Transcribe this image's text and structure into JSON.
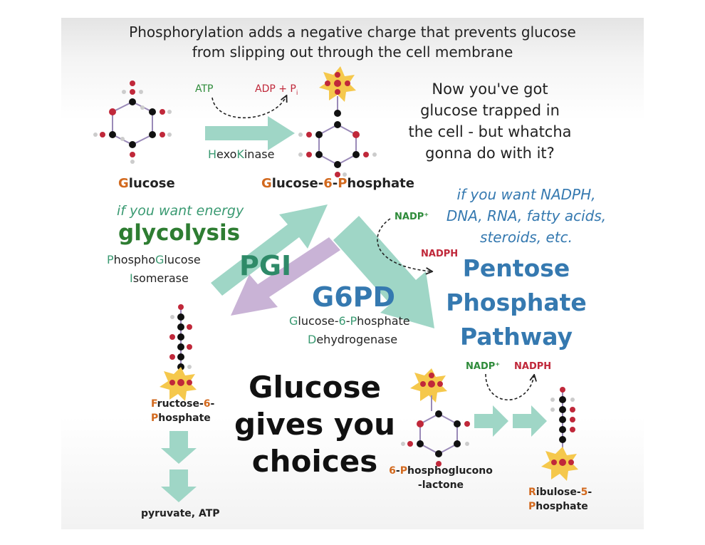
{
  "header": {
    "line1": "Phosphorylation adds a negative charge that prevents glucose",
    "line2": "from slipping out through the cell membrane"
  },
  "question": [
    "Now you've got",
    "glucose trapped in",
    "the cell - but whatcha",
    "gonna do with it?"
  ],
  "hexokinase": {
    "atp": "ATP",
    "adp": "ADP + P",
    "adp_sub": "i",
    "enzyme_a": "H",
    "enzyme_b": "exo",
    "enzyme_c": "K",
    "enzyme_d": "inase"
  },
  "glucose": {
    "a": "G",
    "b": "lucose"
  },
  "g6p": {
    "a": "G",
    "b": "lucose-",
    "c": "6",
    "d": "-",
    "e": "P",
    "f": "hosphate"
  },
  "energy": {
    "hint": "if you want energy",
    "name": "glycolysis",
    "l1a": "P",
    "l1b": "hospho",
    "l1c": "G",
    "l1d": "lucose",
    "l2a": "I",
    "l2b": "somerase",
    "abbr": "PGI"
  },
  "f6p": {
    "a": "F",
    "b": "ructose-",
    "c": "6",
    "d": "-",
    "e": "P",
    "f": "hosphate"
  },
  "pyruvate": "pyruvate, ATP",
  "ppp_hint": [
    "if you want NADPH,",
    "DNA, RNA, fatty acids,",
    "steroids, etc."
  ],
  "ppp": {
    "nadp": "NADP⁺",
    "nadph": "NADPH",
    "name": [
      "Pentose",
      "Phosphate",
      "Pathway"
    ]
  },
  "g6pd": {
    "abbr": "G6PD",
    "l1a": "G",
    "l1b": "lucose-",
    "l1c": "6",
    "l1d": "-",
    "l1e": "P",
    "l1f": "hosphate",
    "l2a": "D",
    "l2b": "ehydrogenase"
  },
  "main": [
    "Glucose",
    "gives you",
    "choices"
  ],
  "lactone": {
    "nadp": "NADP⁺",
    "nadph": "NADPH",
    "a": "6",
    "b": "-",
    "c": "P",
    "d": "hosphoglucono",
    "e": "-lactone"
  },
  "ribulose": {
    "a": "R",
    "b": "ibulose-",
    "c": "5",
    "d": "-",
    "e": "P",
    "f": "hosphate"
  },
  "colors": {
    "green_arrow": "#9fd6c6",
    "purple_arrow": "#c9b3d6",
    "orange": "#d2691e",
    "teal": "#3a9a72",
    "blue": "#3579b0",
    "red": "#c0283a"
  }
}
